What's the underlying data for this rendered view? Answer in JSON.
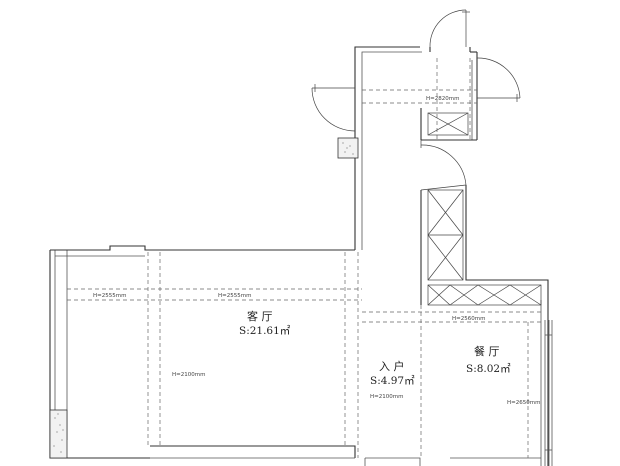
{
  "rooms": [
    {
      "id": "living",
      "name": "客 厅",
      "area": "S:21.61㎡"
    },
    {
      "id": "entry",
      "name": "入 户",
      "area": "S:4.97㎡"
    },
    {
      "id": "dining",
      "name": "餐 厅",
      "area": "S:8.02㎡"
    }
  ],
  "heights": {
    "top_corridor": "H=2820mm",
    "left_edge": "H=2555mm",
    "living_beam": "H=2555mm",
    "dining_beam": "H=2560mm",
    "living_lower": "H=2100mm",
    "entry": "H=2100mm",
    "dining_lower": "H=2650mm"
  }
}
